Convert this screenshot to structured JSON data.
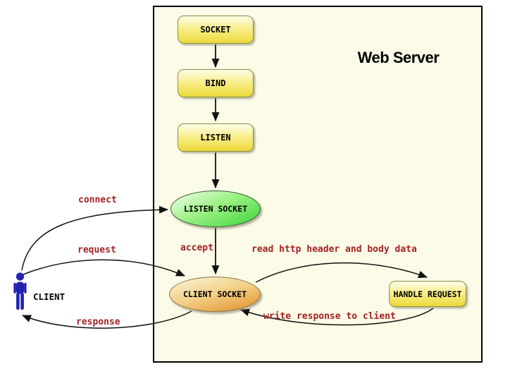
{
  "diagram": {
    "title": "Web Server",
    "client_label": "CLIENT",
    "nodes": {
      "socket": "SOCKET",
      "bind": "BIND",
      "listen": "LISTEN",
      "listen_socket": "LISTEN SOCKET",
      "client_socket": "CLIENT SOCKET",
      "handle_request": "HANDLE REQUEST"
    },
    "edge_labels": {
      "connect": "connect",
      "request": "request",
      "response": "response",
      "accept": "accept",
      "read_http": "read http header and body data",
      "write_response": "write response to client"
    },
    "colors": {
      "canvas_bg": "#ffffff",
      "server_bg": "#fbfbe8",
      "server_border": "#000000",
      "node_yellow_top": "#fffdea",
      "node_yellow_mid": "#f8ef8e",
      "node_yellow_bottom": "#ecd93a",
      "node_border": "#8e8e3e",
      "green_top": "#f2fff0",
      "green_mid": "#9ef186",
      "green_bottom": "#3dd53a",
      "green_border": "#3a5a30",
      "orange_top": "#fcf4da",
      "orange_mid": "#f2cf85",
      "orange_bottom": "#e38d28",
      "orange_border": "#8a7340",
      "label_red": "#a32222",
      "client_blue": "#2222b2",
      "arrow": "#111111"
    }
  }
}
